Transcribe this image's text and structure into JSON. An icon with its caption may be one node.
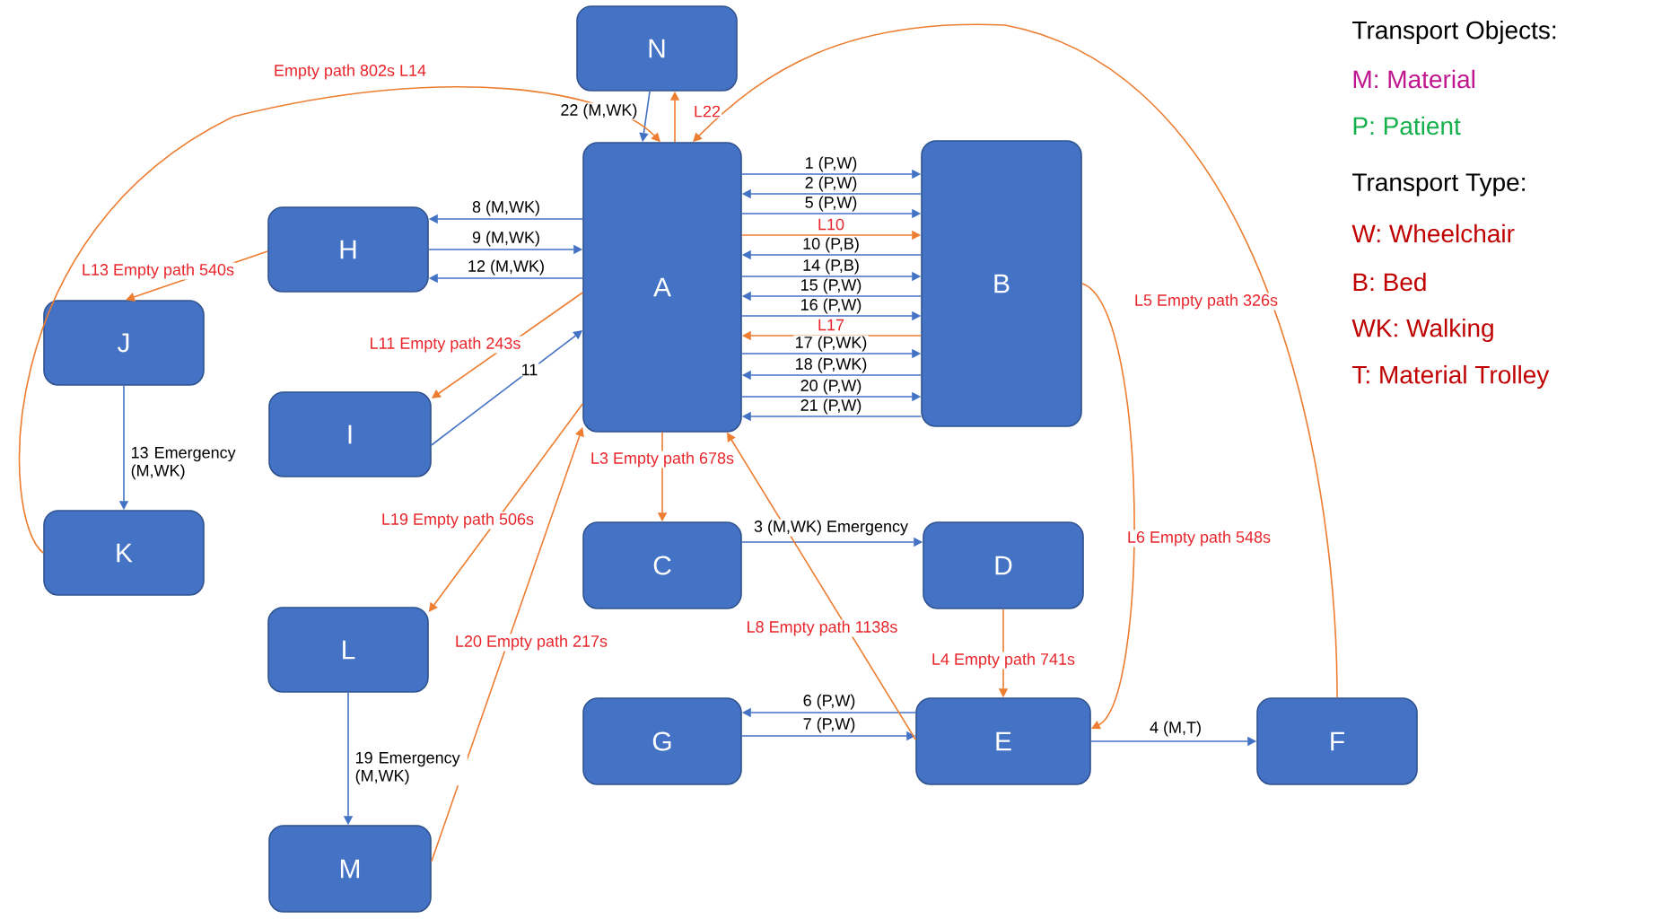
{
  "diagram": {
    "nodes": [
      {
        "text": [
          "N"
        ]
      },
      {
        "text": [
          "A"
        ]
      },
      {
        "text": [
          "B"
        ]
      },
      {
        "text": [
          "H"
        ]
      },
      {
        "text": [
          "J"
        ]
      },
      {
        "text": [
          "I"
        ]
      },
      {
        "text": [
          "K"
        ]
      },
      {
        "text": [
          "C"
        ]
      },
      {
        "text": [
          "D"
        ]
      },
      {
        "text": [
          "L"
        ]
      },
      {
        "text": [
          "G"
        ]
      },
      {
        "text": [
          "E"
        ]
      },
      {
        "text": [
          "F"
        ]
      },
      {
        "text": [
          "M"
        ]
      }
    ],
    "edges": [
      {
        "from": 0,
        "to": 1,
        "arrow": "to",
        "label": "22 (M,WK)"
      },
      {
        "from": 1,
        "to": 2,
        "arrow": "to",
        "label": "1 (P,W)"
      },
      {
        "from": 2,
        "to": 1,
        "arrow": "to",
        "label": "2 (P,W)"
      },
      {
        "from": 1,
        "to": 2,
        "arrow": "to",
        "label": "5 (P,W)"
      },
      {
        "from": 2,
        "to": 1,
        "arrow": "to",
        "label": "10 (P,B)"
      },
      {
        "from": 1,
        "to": 2,
        "arrow": "to",
        "label": "14 (P,B)"
      },
      {
        "from": 2,
        "to": 1,
        "arrow": "to",
        "label": "15 (P,W)"
      },
      {
        "from": 1,
        "to": 2,
        "arrow": "to",
        "label": "16 (P,W)"
      },
      {
        "from": 1,
        "to": 2,
        "arrow": "to",
        "label": "17 (P,WK)"
      },
      {
        "from": 2,
        "to": 1,
        "arrow": "to",
        "label": "18 (P,WK)"
      },
      {
        "from": 1,
        "to": 2,
        "arrow": "to",
        "label": "20 (P,W)"
      },
      {
        "from": 2,
        "to": 1,
        "arrow": "to",
        "label": "21 (P,W)"
      },
      {
        "from": 1,
        "to": 3,
        "arrow": "to",
        "label": "8 (M,WK)"
      },
      {
        "from": 3,
        "to": 1,
        "arrow": "to",
        "label": "9 (M,WK)"
      },
      {
        "from": 1,
        "to": 3,
        "arrow": "to",
        "label": "12 (M,WK)"
      },
      {
        "from": 5,
        "to": 1,
        "arrow": "to",
        "label": "11"
      },
      {
        "from": 4,
        "to": 6,
        "arrow": "to",
        "label": "13 Emergency (M,WK)"
      },
      {
        "from": 9,
        "to": 13,
        "arrow": "to",
        "label": "19 Emergency (M,WK)"
      },
      {
        "from": 7,
        "to": 8,
        "arrow": "to",
        "label": "3 (M,WK) Emergency"
      },
      {
        "from": 11,
        "to": 10,
        "arrow": "to",
        "label": "6 (P,W)"
      },
      {
        "from": 10,
        "to": 11,
        "arrow": "to",
        "label": "7 (P,W)"
      },
      {
        "from": 11,
        "to": 12,
        "arrow": "to",
        "label": "4 (M,T)"
      },
      {
        "from": 1,
        "to": 0,
        "arrow": "to",
        "label": "L22",
        "color": "#ed7d31"
      },
      {
        "from": 6,
        "to": 1,
        "arrow": "to",
        "label": "Empty path 802s L14",
        "color": "#ed7d31"
      },
      {
        "from": 12,
        "to": 1,
        "arrow": "to",
        "label": "L5 Empty path 326s",
        "color": "#ed7d31"
      },
      {
        "from": 1,
        "to": 2,
        "arrow": "to",
        "label": "L10",
        "color": "#ed7d31"
      },
      {
        "from": 2,
        "to": 1,
        "arrow": "to",
        "label": "L17",
        "color": "#ed7d31"
      },
      {
        "from": 3,
        "to": 4,
        "arrow": "to",
        "label": "L13 Empty path 540s",
        "color": "#ed7d31"
      },
      {
        "from": 1,
        "to": 5,
        "arrow": "to",
        "label": "L11 Empty path 243s",
        "color": "#ed7d31"
      },
      {
        "from": 1,
        "to": 9,
        "arrow": "to",
        "label": "L19 Empty path 506s",
        "color": "#ed7d31"
      },
      {
        "from": 13,
        "to": 1,
        "arrow": "to",
        "label": "L20 Empty path 217s",
        "color": "#ed7d31"
      },
      {
        "from": 1,
        "to": 7,
        "arrow": "to",
        "label": "L3 Empty path 678s",
        "color": "#ed7d31"
      },
      {
        "from": 11,
        "to": 1,
        "arrow": "to",
        "label": "L8 Empty path 1138s",
        "color": "#ed7d31"
      },
      {
        "from": 8,
        "to": 11,
        "arrow": "to",
        "label": "L4 Empty path 741s",
        "color": "#ed7d31"
      },
      {
        "from": 2,
        "to": 11,
        "arrow": "to",
        "label": "L6 Empty path 548s",
        "color": "#ed7d31"
      }
    ],
    "labels": [
      "Transport Objects:",
      "M: Material",
      "P: Patient",
      "Transport Type:",
      "W: Wheelchair",
      "B: Bed",
      "WK: Walking",
      "T: Material Trolley"
    ]
  }
}
